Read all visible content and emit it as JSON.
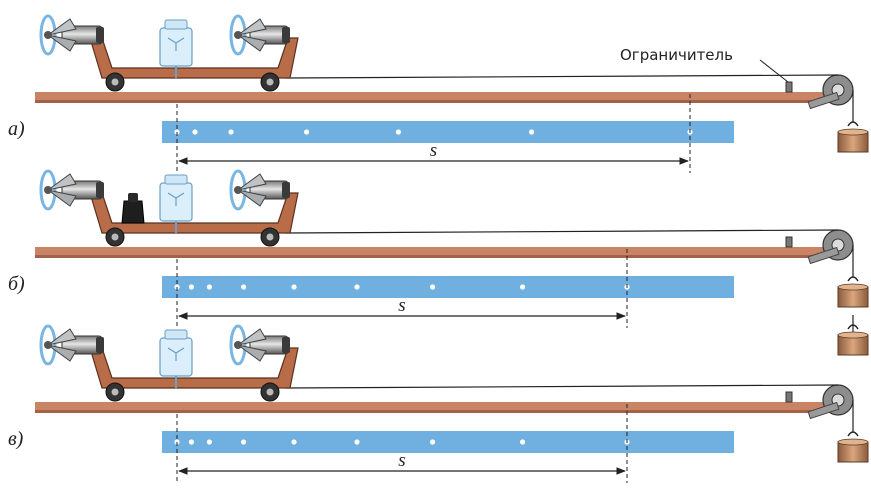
{
  "limiter_label": "Ограничитель",
  "panels": [
    {
      "label": "а)",
      "distance_label": "s",
      "extra_weight_on_cart": false,
      "hanging_weights": 1,
      "tape_dots": [
        0,
        0.1,
        0.3,
        0.72,
        1.23,
        1.97,
        2.85
      ],
      "distance_end": 2.85
    },
    {
      "label": "б)",
      "distance_label": "s",
      "extra_weight_on_cart": true,
      "hanging_weights": 2,
      "tape_dots": [
        0,
        0.08,
        0.18,
        0.37,
        0.65,
        1.0,
        1.42,
        1.92,
        2.5
      ],
      "distance_end": 2.5
    },
    {
      "label": "в)",
      "distance_label": "s",
      "extra_weight_on_cart": false,
      "hanging_weights": 1,
      "tape_dots": [
        0,
        0.08,
        0.18,
        0.37,
        0.65,
        1.0,
        1.42,
        1.92,
        2.5
      ],
      "distance_end": 2.5
    }
  ],
  "colors": {
    "track": "#c98466",
    "track_shadow": "#a4614a",
    "tape": "#6fb0e0",
    "cart": "#b86c48",
    "weight": "#c8926a",
    "ink": "#222222"
  }
}
